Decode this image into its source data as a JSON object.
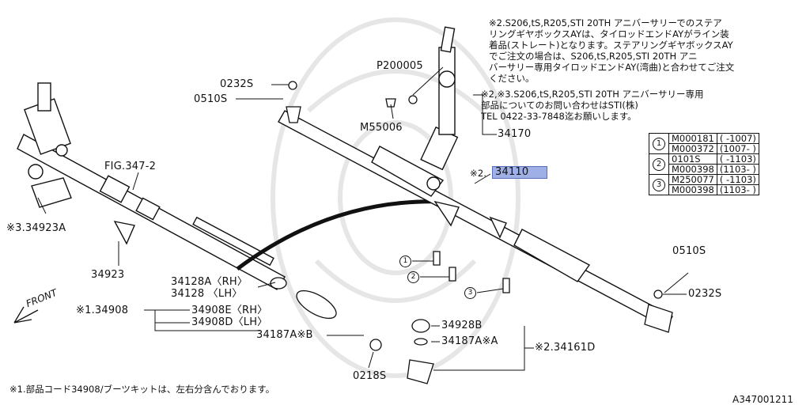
{
  "labels": {
    "fig_ref": "FIG.347-2",
    "p_0232s_top": "0232S",
    "p_0510s_top": "0510S",
    "p_p200005": "P200005",
    "p_m55006": "M55006",
    "p_34170": "34170",
    "p_34110_prefix": "※2.",
    "p_34110": "34110",
    "p_34923a": "※3.34923A",
    "p_34923": "34923",
    "p_34128a": "34128A〈RH〉",
    "p_34128": "34128 〈LH〉",
    "p_34908": "※1.34908",
    "p_34908e": "34908E〈RH〉",
    "p_34908d": "34908D〈LH〉",
    "p_34187ab": "34187A※B",
    "p_0218s": "0218S",
    "p_34928b": "34928B",
    "p_34187aa": "34187A※A",
    "p_34161d": "※2.34161D",
    "p_0510s_right": "0510S",
    "p_0232s_right": "0232S",
    "front": "FRONT",
    "circle_1": "1",
    "circle_2": "2",
    "circle_3": "3"
  },
  "notes": {
    "note_top": "※2.S206,tS,R205,STI 20TH アニバーサリーでのステア\nリングギヤボックスAYは、タイロッドエンドAYがライン装\n着品(ストレート)となります。ステアリングギヤボックスAY\nでご注文の場合は、S206,tS,R205,STI 20TH アニ\nバーサリー専用タイロッドエンドAY(湾曲)と合わせてご注文\nください。",
    "note_mid": "※2,※3.S206,tS,R205,STI 20TH アニバーサリー専用\n部品についてのお問い合わせはSTI(株)\nTEL 0422-33-7848迄お願いします。",
    "footnote": "※1.部品コード34908/ブーツキットは、左右分含んでおります。",
    "diagram_code": "A347001211"
  },
  "legend": [
    {
      "num": "1",
      "rows": [
        {
          "part": "M000181",
          "range": "( -1007)"
        },
        {
          "part": "M000372",
          "range": "(1007- )"
        }
      ]
    },
    {
      "num": "2",
      "rows": [
        {
          "part": "0101S",
          "range": "( -1103)"
        },
        {
          "part": "M000398",
          "range": "(1103- )"
        }
      ]
    },
    {
      "num": "3",
      "rows": [
        {
          "part": "M250077",
          "range": "( -1103)"
        },
        {
          "part": "M000398",
          "range": "(1103- )"
        }
      ]
    }
  ],
  "colors": {
    "highlight": "#9fb0e6",
    "line": "#111111",
    "watermark": "#e6e6e6"
  }
}
